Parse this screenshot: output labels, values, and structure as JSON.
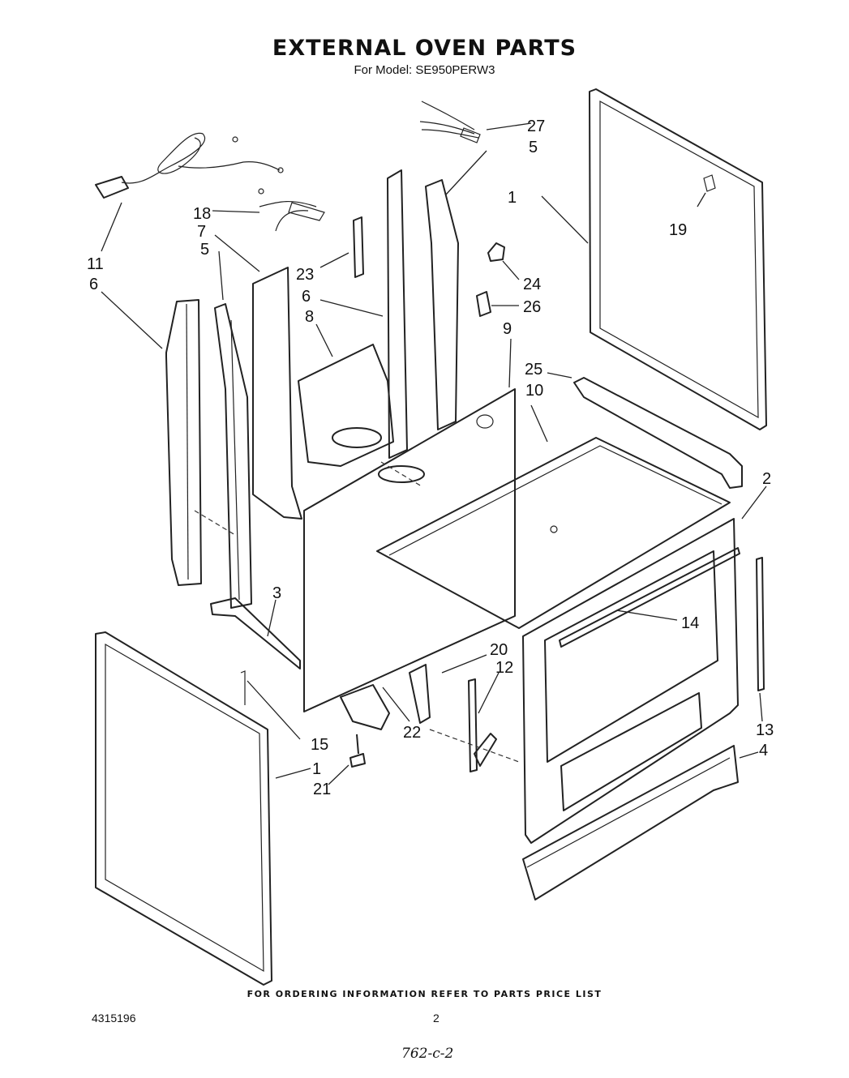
{
  "header": {
    "title": "EXTERNAL OVEN PARTS",
    "model": "For Model: SE950PERW3"
  },
  "callouts": [
    "27",
    "5",
    "1",
    "19",
    "18",
    "7",
    "5",
    "23",
    "11",
    "6",
    "6",
    "8",
    "24",
    "26",
    "9",
    "25",
    "10",
    "2",
    "3",
    "14",
    "20",
    "12",
    "15",
    "22",
    "1",
    "21",
    "13",
    "4"
  ],
  "footer": {
    "note": "FOR ORDERING INFORMATION REFER TO PARTS PRICE LIST",
    "doc_number": "4315196",
    "page_number": "2",
    "handwritten": "762-c-2"
  }
}
